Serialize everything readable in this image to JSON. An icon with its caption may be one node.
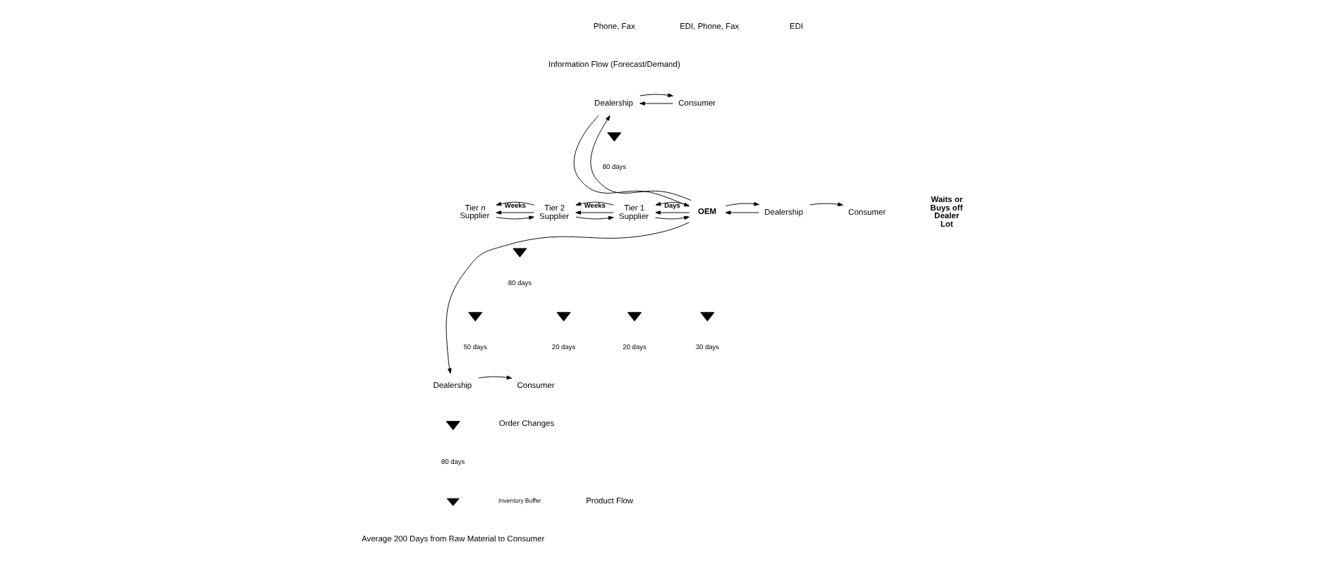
{
  "diagram": {
    "nodes": [
      {
        "text": [
          "Tier *n* Supplier"
        ]
      },
      {
        "text": [
          "Tier 2 Supplier"
        ]
      },
      {
        "text": [
          "Tier 1 Supplier"
        ]
      },
      {
        "text": [
          "OEM"
        ]
      },
      {
        "text": [
          "Dealership"
        ]
      },
      {
        "text": [
          "Consumer"
        ]
      },
      {
        "text": [
          "Dealership"
        ]
      },
      {
        "text": [
          "Consumer"
        ]
      },
      {
        "text": [
          "Dealership"
        ]
      },
      {
        "text": [
          "Consumer"
        ]
      }
    ],
    "edges": [
      {
        "from": 1,
        "to": 0,
        "arrow": "to",
        "label": "Weeks"
      },
      {
        "from": 2,
        "to": 1,
        "arrow": "to",
        "label": "Weeks"
      },
      {
        "from": 3,
        "to": 2,
        "arrow": "to",
        "label": "Days"
      },
      {
        "from": 4,
        "to": 3,
        "arrow": "to"
      },
      {
        "from": 5,
        "to": 4,
        "arrow": "to"
      },
      {
        "from": 1,
        "to": 0,
        "arrow": "to"
      },
      {
        "from": 2,
        "to": 1,
        "arrow": "to"
      },
      {
        "from": 3,
        "to": 2,
        "arrow": "to"
      },
      {
        "from": 6,
        "to": 3,
        "arrow": "to"
      },
      {
        "from": 0,
        "to": 1,
        "arrow": "to"
      },
      {
        "from": 1,
        "to": 2,
        "arrow": "to"
      },
      {
        "from": 2,
        "to": 3,
        "arrow": "to"
      },
      {
        "from": 3,
        "to": 4,
        "arrow": "to"
      },
      {
        "from": 3,
        "to": 6,
        "arrow": "to"
      },
      {
        "from": 3,
        "to": 8,
        "arrow": "to"
      },
      {
        "from": 4,
        "to": 5,
        "arrow": "to"
      },
      {
        "from": 6,
        "to": 7,
        "arrow": "to"
      },
      {
        "from": 8,
        "to": 9,
        "arrow": "to"
      }
    ],
    "labels": [
      "Phone, Fax",
      "EDI, Phone, Fax",
      "EDI",
      "Information Flow (Forecast/Demand)",
      "80 days",
      "Waits or Buys off Dealer Lot",
      "80 days",
      "50 days",
      "20 days",
      "20 days",
      "30 days",
      "80 days",
      "Order Changes",
      "Product Flow",
      "Average 200 Days from Raw Material to Consumer"
    ],
    "legend": [
      {
        "text": "Inventory Buffer"
      }
    ]
  }
}
